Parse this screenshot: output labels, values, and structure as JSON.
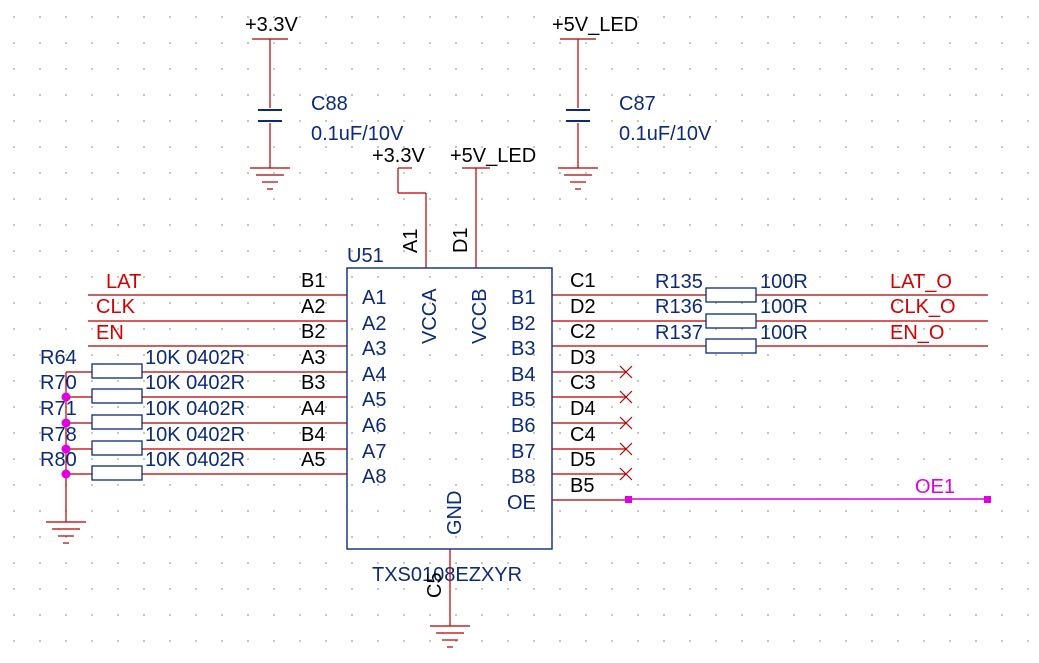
{
  "power_rails": {
    "c88_rail": "+3.3V",
    "c87_rail": "+5V_LED",
    "vcca_rail": "+3.3V",
    "vccb_rail": "+5V_LED"
  },
  "capacitors": {
    "c88": {
      "ref": "C88",
      "value": "0.1uF/10V"
    },
    "c87": {
      "ref": "C87",
      "value": "0.1uF/10V"
    }
  },
  "ic": {
    "ref": "U51",
    "part": "TXS0108EZXYR",
    "vcca_pin_num": "A1",
    "vccb_pin_num": "D1",
    "gnd_pin_num": "C5",
    "vcca_label": "VCCA",
    "vccb_label": "VCCB",
    "gnd_label": "GND",
    "left_pin_nums": [
      "B1",
      "A2",
      "B2",
      "A3",
      "B3",
      "A4",
      "B4",
      "A5"
    ],
    "left_pin_names": [
      "A1",
      "A2",
      "A3",
      "A4",
      "A5",
      "A6",
      "A7",
      "A8"
    ],
    "right_pin_nums": [
      "C1",
      "D2",
      "C2",
      "D3",
      "C3",
      "D4",
      "C4",
      "D5",
      "B5"
    ],
    "right_pin_names": [
      "B1",
      "B2",
      "B3",
      "B4",
      "B5",
      "B6",
      "B7",
      "B8",
      "OE"
    ]
  },
  "input_nets": [
    "LAT",
    "CLK",
    "EN"
  ],
  "pulldowns": [
    {
      "ref": "R64",
      "value": "10K 0402R"
    },
    {
      "ref": "R70",
      "value": "10K 0402R"
    },
    {
      "ref": "R71",
      "value": "10K 0402R"
    },
    {
      "ref": "R78",
      "value": "10K 0402R"
    },
    {
      "ref": "R80",
      "value": "10K 0402R"
    }
  ],
  "series_resistors": [
    {
      "ref": "R135",
      "value": "100R",
      "net": "LAT_O"
    },
    {
      "ref": "R136",
      "value": "100R",
      "net": "CLK_O"
    },
    {
      "ref": "R137",
      "value": "100R",
      "net": "EN_O"
    }
  ],
  "oe_net": "OE1",
  "colors": {
    "wire": "#b40000",
    "component": "#0b2a7a",
    "net_label": "#d40000",
    "junction": "#e000e0"
  }
}
